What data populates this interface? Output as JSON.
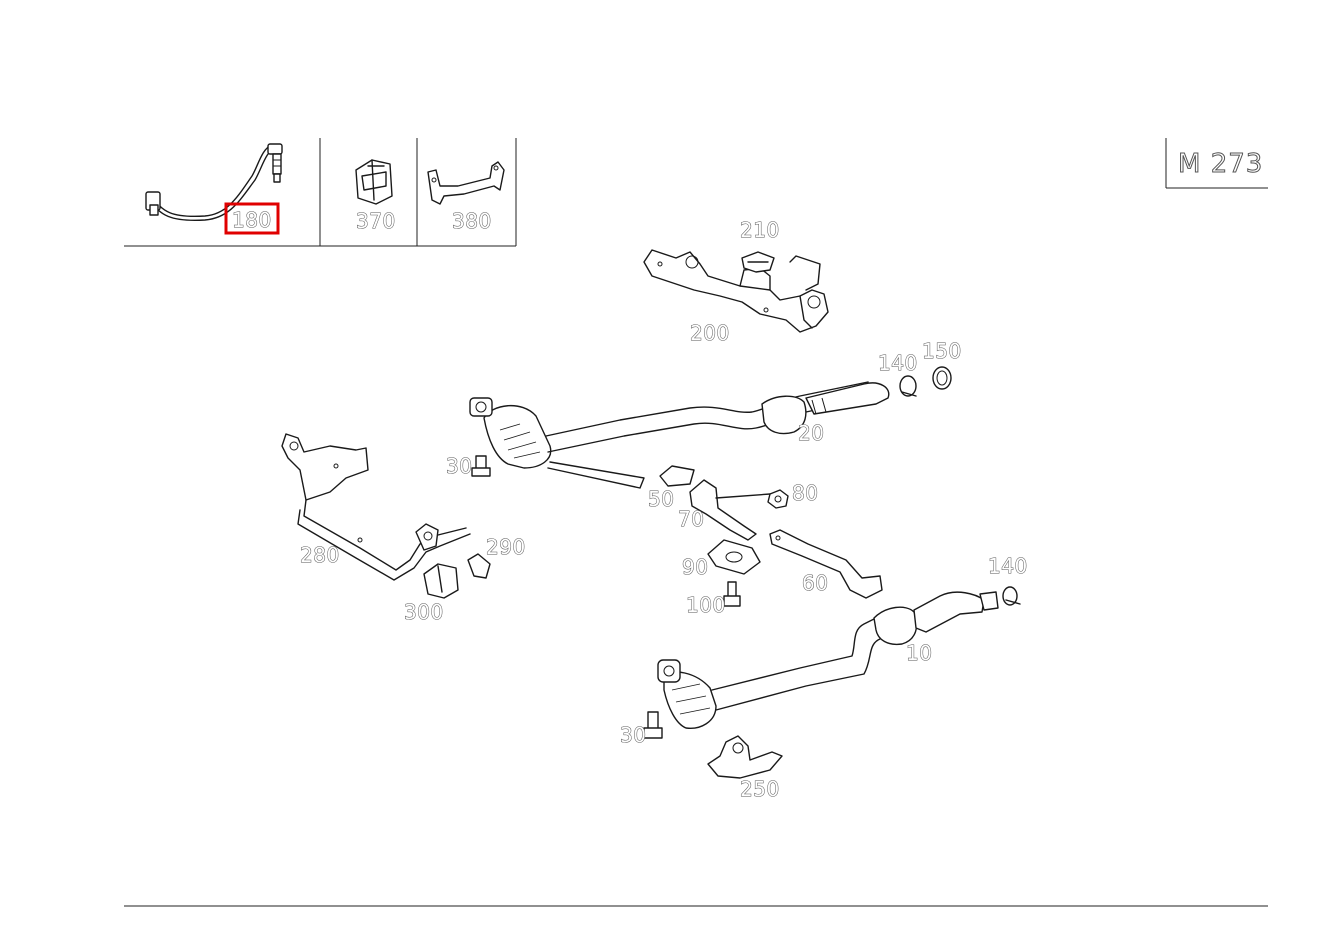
{
  "diagram": {
    "model_badge": "M 273",
    "inset_labels": {
      "sensor": "180",
      "clip": "370",
      "bracket": "380"
    },
    "highlighted_part": "180",
    "highlight_color": "#e00000",
    "labels": {
      "p210": "210",
      "p200": "200",
      "p140a": "140",
      "p150": "150",
      "p20": "20",
      "p30a": "30",
      "p50": "50",
      "p80": "80",
      "p70": "70",
      "p280": "280",
      "p290": "290",
      "p90": "90",
      "p60": "60",
      "p100": "100",
      "p300": "300",
      "p140b": "140",
      "p10": "10",
      "p30b": "30",
      "p250": "250"
    }
  }
}
